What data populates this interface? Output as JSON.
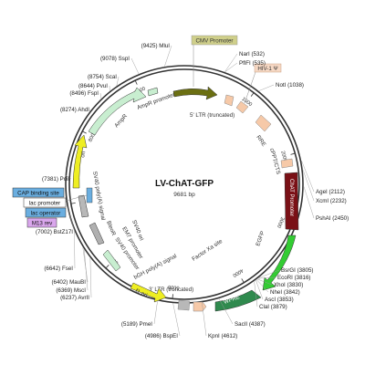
{
  "plasmid": {
    "name": "LV-ChAT-GFP",
    "size_label": "9681 bp",
    "total_bp": 9681
  },
  "scale_ticks": [
    {
      "bp": 1000,
      "label": "1000"
    },
    {
      "bp": 2000,
      "label": "2000"
    },
    {
      "bp": 3000,
      "label": "3000"
    },
    {
      "bp": 4000,
      "label": "4000"
    },
    {
      "bp": 5000,
      "label": "5000"
    },
    {
      "bp": 6000,
      "label": "6000"
    },
    {
      "bp": 7000,
      "label": "7000"
    },
    {
      "bp": 8000,
      "label": "8000"
    },
    {
      "bp": 9000,
      "label": "9000"
    }
  ],
  "sites": [
    {
      "name": "MluI",
      "pos": "(9425)",
      "bp": 9425
    },
    {
      "name": "SspI",
      "pos": "(9078)",
      "bp": 9078
    },
    {
      "name": "ScaI",
      "pos": "(8754)",
      "bp": 8754
    },
    {
      "name": "PvuI",
      "pos": "(8644)",
      "bp": 8644
    },
    {
      "name": "FspI",
      "pos": "(8496)",
      "bp": 8496
    },
    {
      "name": "AhdI",
      "pos": "(8274)",
      "bp": 8274
    },
    {
      "name": "PciI",
      "pos": "(7381)",
      "bp": 7381
    },
    {
      "name": "BstZ17I",
      "pos": "(7002)",
      "bp": 7002
    },
    {
      "name": "FseI",
      "pos": "(6642)",
      "bp": 6642
    },
    {
      "name": "MauBI",
      "pos": "(6402)",
      "bp": 6402
    },
    {
      "name": "MscI",
      "pos": "(6369)",
      "bp": 6369
    },
    {
      "name": "AvrII",
      "pos": "(6237)",
      "bp": 6237
    },
    {
      "name": "PmeI",
      "pos": "(5189)",
      "bp": 5189
    },
    {
      "name": "BspEI",
      "pos": "(4986)",
      "bp": 4986
    },
    {
      "name": "KpnI",
      "pos": "(4612)",
      "bp": 4612
    },
    {
      "name": "SacII",
      "pos": "(4387)",
      "bp": 4387
    },
    {
      "name": "ClaI",
      "pos": "(3879)",
      "bp": 3879
    },
    {
      "name": "AscI",
      "pos": "(3853)",
      "bp": 3853
    },
    {
      "name": "NheI",
      "pos": "(3842)",
      "bp": 3842
    },
    {
      "name": "XhoI",
      "pos": "(3830)",
      "bp": 3830
    },
    {
      "name": "EcoRI",
      "pos": "(3816)",
      "bp": 3816
    },
    {
      "name": "BsrGI",
      "pos": "(3805)",
      "bp": 3805
    },
    {
      "name": "PshAI",
      "pos": "(2450)",
      "bp": 2450
    },
    {
      "name": "XcmI",
      "pos": "(2232)",
      "bp": 2232
    },
    {
      "name": "AgeI",
      "pos": "(2112)",
      "bp": 2112
    },
    {
      "name": "NotI",
      "pos": "(1038)",
      "bp": 1038
    },
    {
      "name": "PflFI",
      "pos": "(535)",
      "bp": 535
    },
    {
      "name": "NarI",
      "pos": "(532)",
      "bp": 532
    }
  ],
  "features": [
    {
      "id": "cmv",
      "label": "CMV Promoter",
      "color": "#6b6f12"
    },
    {
      "id": "ltr5",
      "label": "5' LTR (truncated)",
      "color": "#f6c9a8"
    },
    {
      "id": "hiv",
      "label": "HIV-1 Ψ",
      "color": "#f6c9a8"
    },
    {
      "id": "rre",
      "label": "RRE",
      "color": "#f6c9a8"
    },
    {
      "id": "cppt",
      "label": "cPPT/CTS",
      "color": "#f6c9a8"
    },
    {
      "id": "chat",
      "label": "ChAT Promoter",
      "color": "#7a1016"
    },
    {
      "id": "egfp",
      "label": "EGFP",
      "color": "#33cc33"
    },
    {
      "id": "factorxa",
      "label": "Factor Xa site",
      "color": "#888888"
    },
    {
      "id": "wpre",
      "label": "WPRE",
      "color": "#2f8a4e"
    },
    {
      "id": "ltr3",
      "label": "3' LTR (truncated)",
      "color": "#f6c9a8"
    },
    {
      "id": "bgh",
      "label": "bGH poly(A) signal",
      "color": "#b8b8b8"
    },
    {
      "id": "f1ori",
      "label": "f1 ori",
      "color": "#eeee22"
    },
    {
      "id": "sv40prom",
      "label": "SV40 promoter",
      "color": "#c8eed0"
    },
    {
      "id": "em7",
      "label": "EM7 promoter",
      "color": "#c8eed0"
    },
    {
      "id": "bleor",
      "label": "BleoR",
      "color": "#b0b0b0"
    },
    {
      "id": "sv40ori",
      "label": "SV40 ori",
      "color": "#eeee22"
    },
    {
      "id": "sv40polya",
      "label": "SV40 poly(A) signal",
      "color": "#b8b8b8"
    },
    {
      "id": "ori",
      "label": "ori",
      "color": "#eeee22"
    },
    {
      "id": "ampr",
      "label": "AmpR",
      "color": "#c8eed0"
    },
    {
      "id": "amprprom",
      "label": "AmpR promoter",
      "color": "#c8eed0"
    }
  ],
  "side_boxes": [
    {
      "label": "CAP binding site",
      "color": "#6aaee0"
    },
    {
      "label": "lac promoter",
      "color": "#ffffff"
    },
    {
      "label": "lac operator",
      "color": "#6aaee0"
    },
    {
      "label": "M13 rev",
      "color": "#d9a6ec"
    }
  ]
}
